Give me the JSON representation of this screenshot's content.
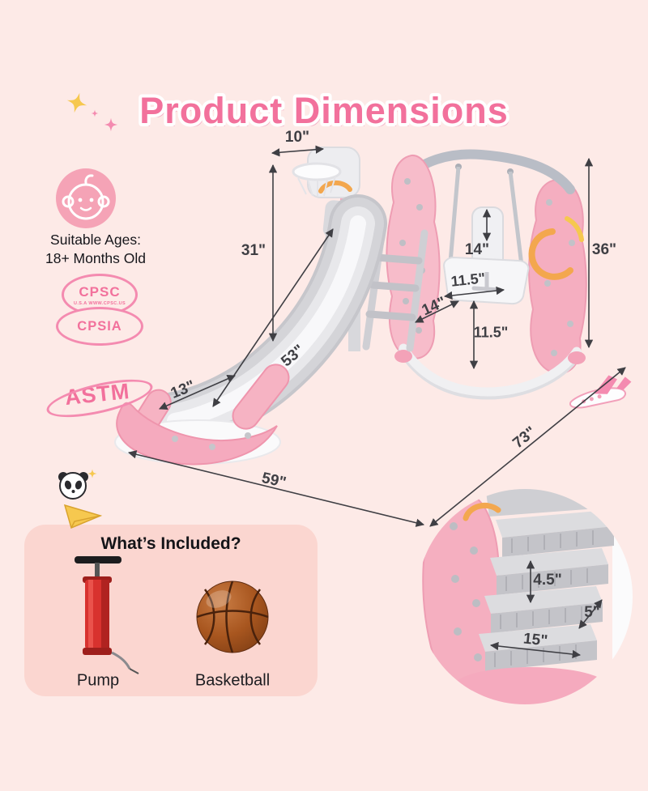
{
  "page": {
    "title": "Product Dimensions"
  },
  "ages": {
    "line1": "Suitable Ages:",
    "line2": "18+ Months Old"
  },
  "badges": {
    "cpsc": "CPSC",
    "cpsc_sub": "U.S.A WWW.CPSC.US",
    "cpsia": "CPSIA",
    "astm": "ASTM"
  },
  "dimensions": {
    "hoop_width": "10\"",
    "slide_height": "31\"",
    "slide_length": "53\"",
    "slide_width": "13\"",
    "front_width": "59\"",
    "side_depth": "73\"",
    "overall_height": "36\"",
    "seat_back_height": "14\"",
    "seat_width": "11.5\"",
    "seat_depth": "14\"",
    "seat_height": "11.5\"",
    "step_height": "4.5\"",
    "step_depth": "5\"",
    "step_width": "15\""
  },
  "included": {
    "title": "What’s Included?",
    "items": [
      {
        "label": "Pump"
      },
      {
        "label": "Basketball"
      }
    ]
  },
  "colors": {
    "background": "#FDEAE7",
    "accent_pink": "#F2719C",
    "product_pink": "#F6B3C3",
    "product_gray": "#D2D2D7",
    "included_box": "#FBD6D0",
    "arrow": "#3F3F44",
    "basketball": "#A8561F",
    "pump_red": "#D8322E",
    "orange_accent": "#F3A74E"
  }
}
